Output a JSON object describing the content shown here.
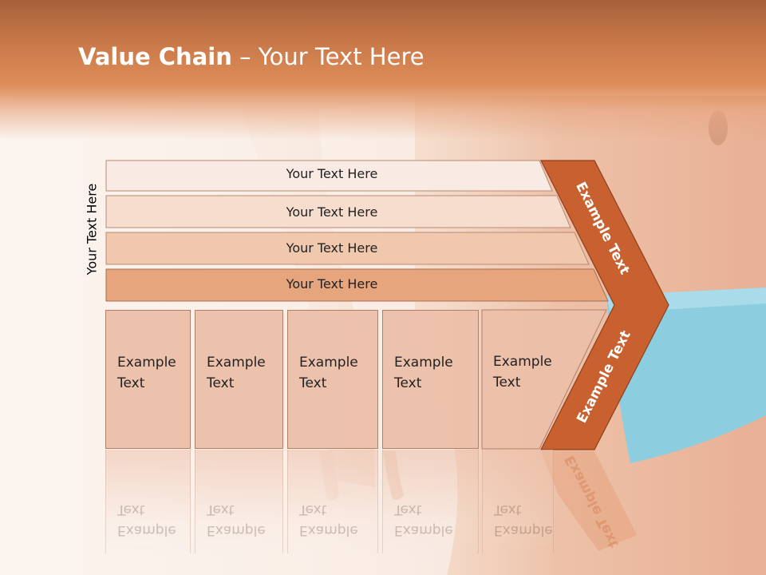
{
  "title": {
    "bold": "Value Chain",
    "rest": " – Your Text Here"
  },
  "side_label": "Your Text Here",
  "support_bars": [
    {
      "label": "Your Text Here"
    },
    {
      "label": "Your Text Here"
    },
    {
      "label": "Your Text Here"
    },
    {
      "label": "Your Text Here"
    }
  ],
  "primary_activities": [
    {
      "label": "Example\nText"
    },
    {
      "label": "Example\nText"
    },
    {
      "label": "Example\nText"
    },
    {
      "label": "Example\nText"
    },
    {
      "label": "Example\nText"
    }
  ],
  "margin_labels": {
    "upper": "Example Text",
    "lower": "Example Text"
  },
  "colors": {
    "header": "#cf7a48",
    "chevron": "#c8612f",
    "chevron_border": "#8f3f1a",
    "bar_1": "#f9ebe3",
    "bar_2": "#f6ddcd",
    "bar_3": "#f0c8ad",
    "bar_4": "#e7a57d"
  }
}
